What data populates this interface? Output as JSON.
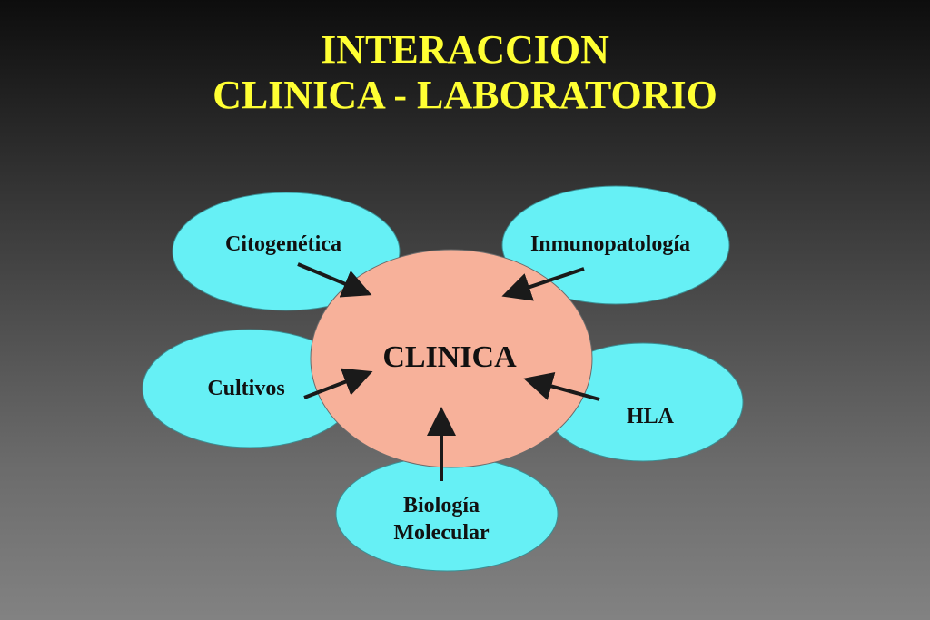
{
  "title": {
    "line1": "INTERACCION",
    "line2": "CLINICA - LABORATORIO"
  },
  "center": {
    "label": "CLINICA"
  },
  "nodes": {
    "citogenetica": "Citogenética",
    "inmunopatologia": "Inmunopatología",
    "cultivos": "Cultivos",
    "hla": "HLA",
    "biologia_line1": "Biología",
    "biologia_line2": "Molecular"
  },
  "colors": {
    "title": "#ffff33",
    "satellite_fill": "#66f0f5",
    "center_fill": "#f7b19a",
    "arrow": "#1a1a1a"
  }
}
